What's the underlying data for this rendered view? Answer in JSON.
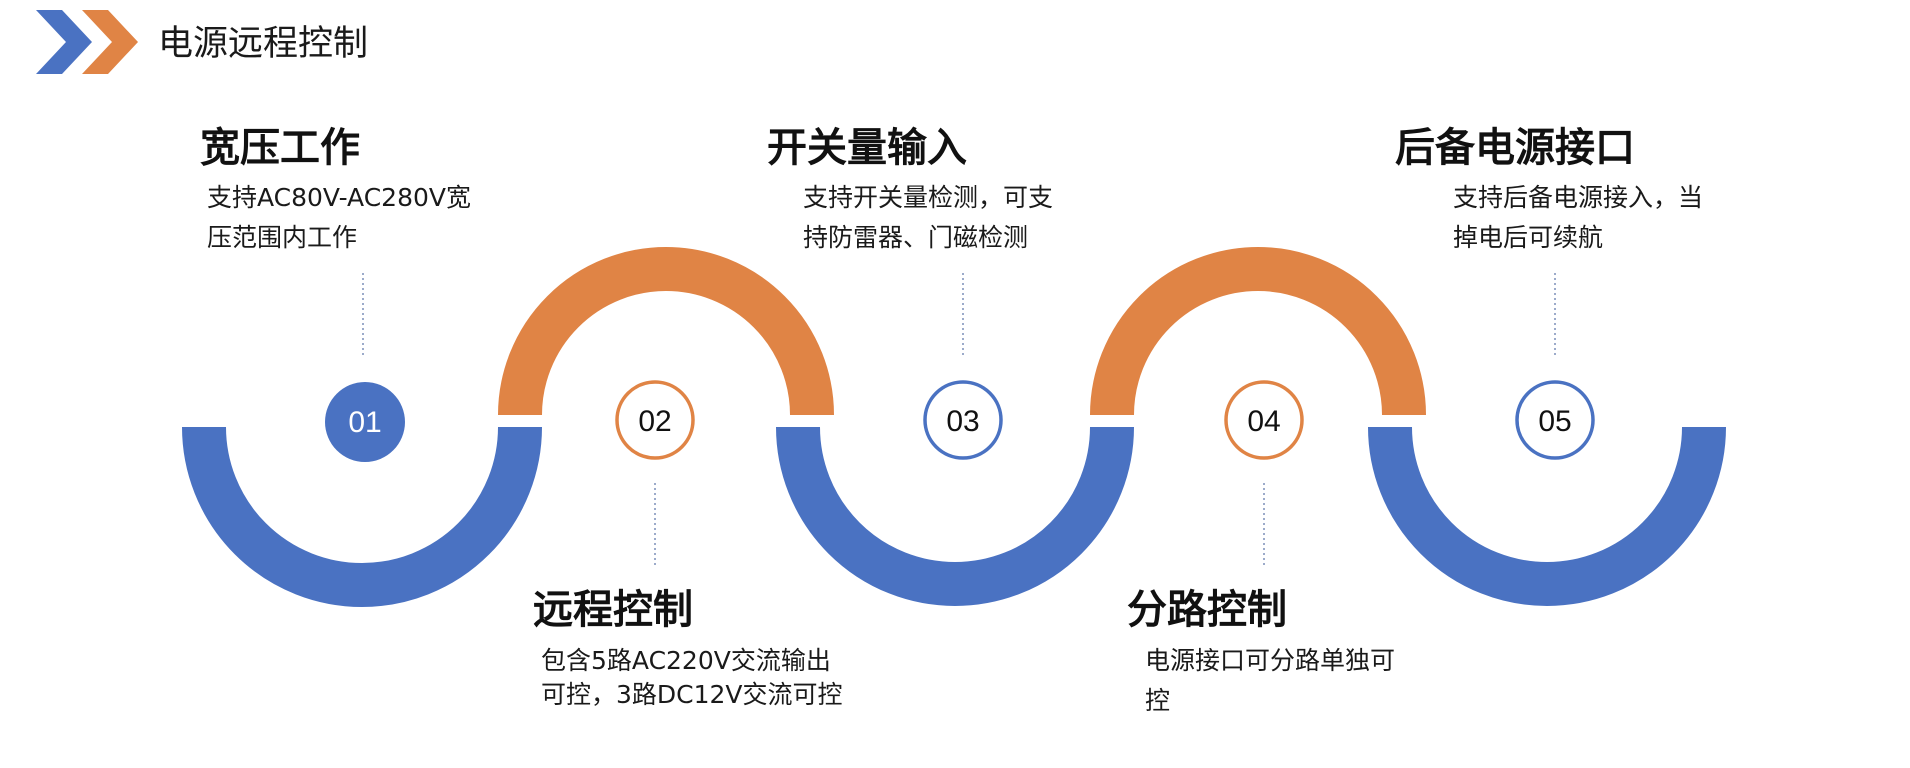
{
  "page": {
    "title": "电源远程控制"
  },
  "colors": {
    "blue": "#4a72c2",
    "orange": "#e08445",
    "connector_line": "#7b8fb8"
  },
  "icons": {
    "header": "double-chevron-right-icon"
  },
  "steps": [
    {
      "number": "01",
      "title": "宽压工作",
      "desc_line1": "支持AC80V-AC280V宽",
      "desc_line2": "压范围内工作",
      "style": "filled-blue"
    },
    {
      "number": "02",
      "title": "远程控制",
      "desc_line1": "包含5路AC220V交流输出",
      "desc_line2": "可控，3路DC12V交流可控",
      "style": "outline-orange"
    },
    {
      "number": "03",
      "title": "开关量输入",
      "desc_line1": "支持开关量检测，可支",
      "desc_line2": "持防雷器、门磁检测",
      "style": "outline-blue"
    },
    {
      "number": "04",
      "title": "分路控制",
      "desc_line1": "电源接口可分路单独可",
      "desc_line2": "控",
      "style": "outline-orange"
    },
    {
      "number": "05",
      "title": "后备电源接口",
      "desc_line1": "支持后备电源接入，当",
      "desc_line2": "掉电后可续航",
      "style": "outline-blue"
    }
  ]
}
